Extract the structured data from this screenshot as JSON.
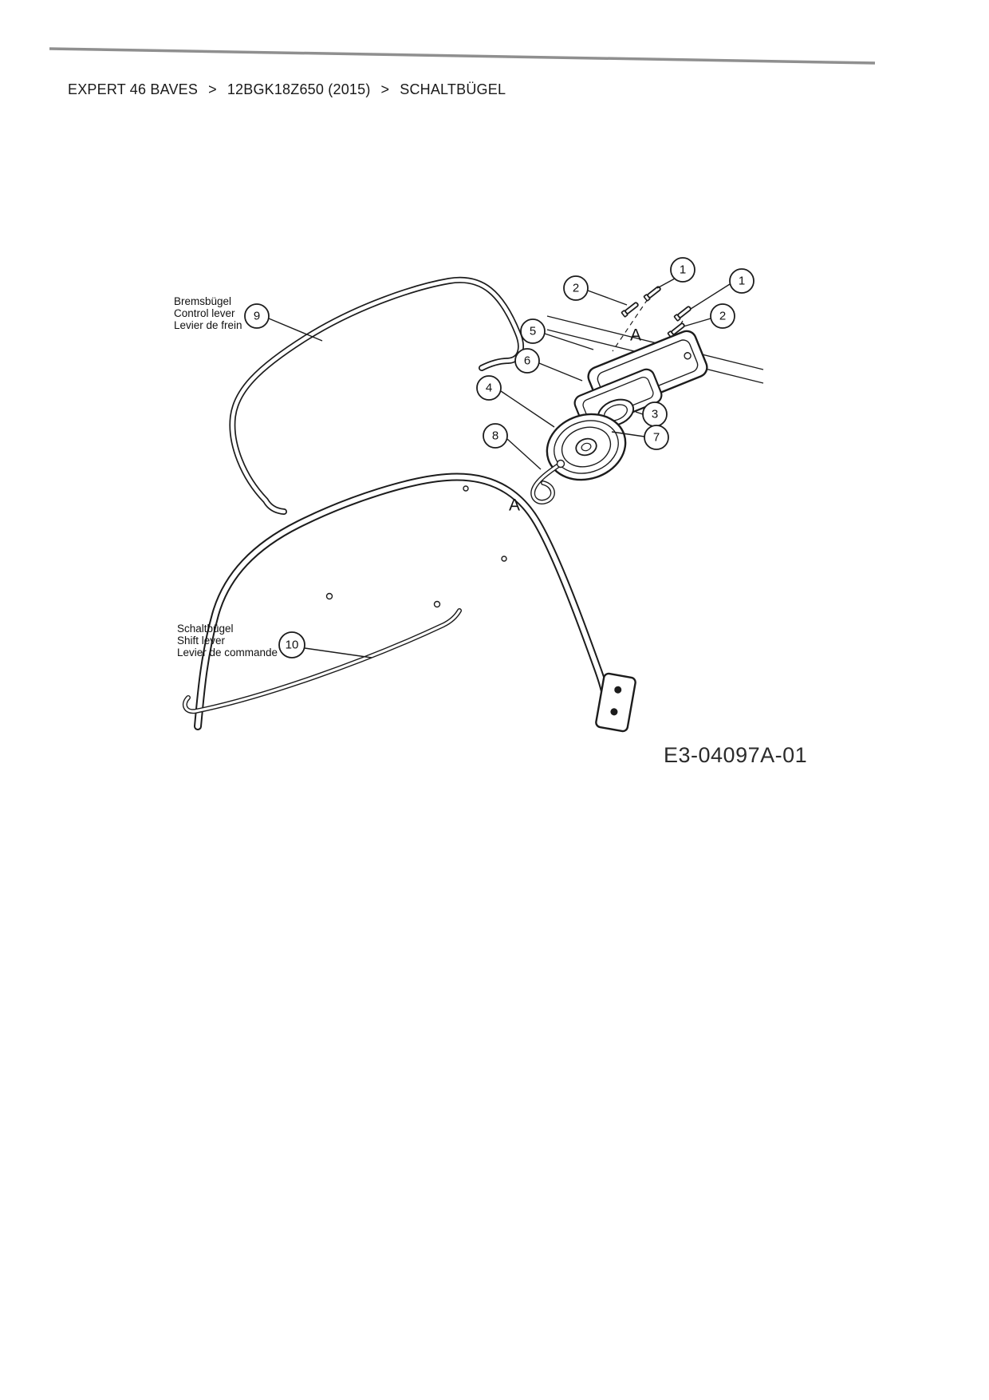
{
  "breadcrumb": {
    "items": [
      "EXPERT 46 BAVES",
      "12BGK18Z650 (2015)",
      "SCHALTBÜGEL"
    ],
    "separator": ">"
  },
  "diagram": {
    "code": "E3-04097A-01",
    "section_marker": "A",
    "labels": {
      "brake": {
        "line1": "Bremsbügel",
        "line2": "Control lever",
        "line3": "Levier de frein"
      },
      "shift": {
        "line1": "Schaltbügel",
        "line2": "Shift lever",
        "line3": "Levier de commande"
      }
    },
    "callouts": {
      "n1": "1",
      "n2": "2",
      "n3": "3",
      "n4": "4",
      "n5": "5",
      "n6": "6",
      "n7": "7",
      "n8": "8",
      "n9": "9",
      "n10": "10"
    }
  }
}
